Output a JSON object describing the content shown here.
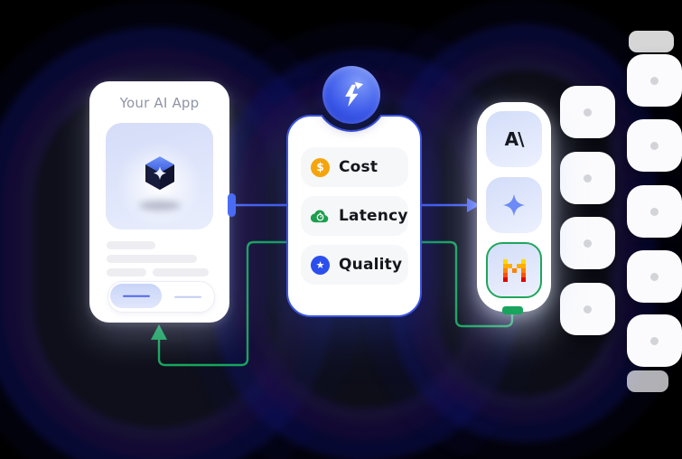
{
  "app_card": {
    "title": "Your AI App",
    "primary_button": "",
    "secondary_button": ""
  },
  "router_card": {
    "badge_icon": "lightning-arrow-icon",
    "items": [
      {
        "label": "Cost",
        "icon": "dollar-coin-icon",
        "symbol": "$",
        "color": "#F5A50C"
      },
      {
        "label": "Latency",
        "icon": "cloud-gauge-icon",
        "symbol": "",
        "color": "#1E9E4F"
      },
      {
        "label": "Quality",
        "icon": "star-circle-icon",
        "symbol": "★",
        "color": "#2B4FEC"
      }
    ]
  },
  "providers_card": {
    "items": [
      {
        "name": "anthropic",
        "logo_text": "A\\",
        "selected": false
      },
      {
        "name": "gemini",
        "icon": "four-point-sparkle-icon",
        "selected": false
      },
      {
        "name": "mistral",
        "icon": "mistral-m-icon",
        "selected": true
      }
    ]
  },
  "connectors": {
    "request_color": "#4660EE",
    "response_color": "#18A45C"
  },
  "ghost_grid": {
    "column_tile_counts": [
      4,
      5
    ]
  },
  "colors": {
    "background": "#000000",
    "card": "#FFFFFF",
    "router_border": "#3C55E2",
    "accent_blue": "#4A6CF5",
    "accent_green": "#18A45C"
  }
}
